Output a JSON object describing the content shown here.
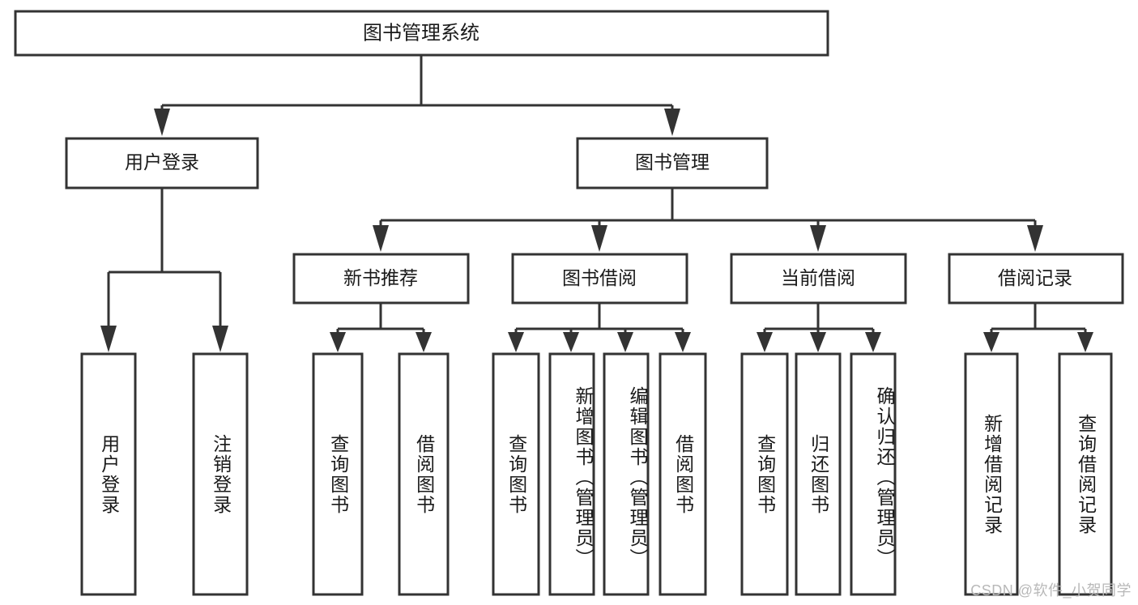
{
  "diagram": {
    "type": "tree-hierarchy",
    "title": "图书管理系统",
    "orientation": "top-down",
    "colors": {
      "box_fill": "#ffffff",
      "box_stroke": "#333333",
      "text": "#1a1a1a",
      "background": "#ffffff",
      "watermark": "#b8b8b8"
    },
    "root": {
      "label": "图书管理系统"
    },
    "level2": [
      {
        "label": "用户登录"
      },
      {
        "label": "图书管理"
      }
    ],
    "level3": [
      {
        "label": "新书推荐"
      },
      {
        "label": "图书借阅"
      },
      {
        "label": "当前借阅"
      },
      {
        "label": "借阅记录"
      }
    ],
    "leaves": {
      "user_login": [
        {
          "label": "用户登录"
        },
        {
          "label": "注销登录"
        }
      ],
      "new_book_recommend": [
        {
          "label": "查询图书"
        },
        {
          "label": "借阅图书"
        }
      ],
      "book_borrow": [
        {
          "label": "查询图书"
        },
        {
          "label": "新增图书（管理员）"
        },
        {
          "label": "编辑图书（管理员）"
        },
        {
          "label": "借阅图书"
        }
      ],
      "current_borrow": [
        {
          "label": "查询图书"
        },
        {
          "label": "归还图书"
        },
        {
          "label": "确认归还（管理员）"
        }
      ],
      "borrow_record": [
        {
          "label": "新增借阅记录"
        },
        {
          "label": "查询借阅记录"
        }
      ]
    }
  },
  "watermark": {
    "text": "CSDN @软件_小贺同学"
  }
}
